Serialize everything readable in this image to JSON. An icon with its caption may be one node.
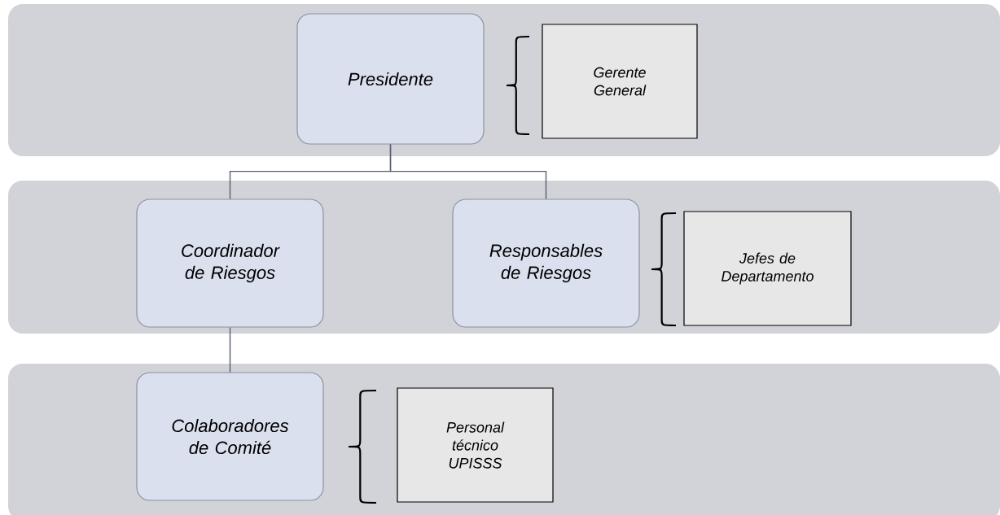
{
  "diagram": {
    "nodes": [
      {
        "text": [],
        "shape": "band"
      },
      {
        "text": [
          "Presidente"
        ],
        "in": 0
      },
      {
        "text": [
          "Gerente General"
        ],
        "in": 0
      },
      {
        "text": [],
        "shape": "band"
      },
      {
        "text": [
          "Coordinador de Riesgos"
        ],
        "in": 3
      },
      {
        "text": [
          "Responsables de Riesgos"
        ],
        "in": 3
      },
      {
        "text": [
          "Jefes de Departamento"
        ],
        "in": 3
      },
      {
        "text": [],
        "shape": "band"
      },
      {
        "text": [
          "Colaboradores de Comité"
        ],
        "in": 7
      },
      {
        "text": [
          "Personal técnico UPISSS"
        ],
        "in": 7
      }
    ],
    "edges": [
      {
        "from": 1,
        "to": 4,
        "arrow": "none"
      },
      {
        "from": 1,
        "to": 5,
        "arrow": "none"
      },
      {
        "from": 4,
        "to": 8,
        "arrow": "none"
      }
    ]
  }
}
